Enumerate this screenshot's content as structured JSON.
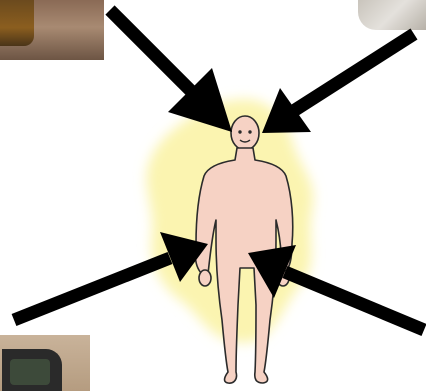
{
  "diagram": {
    "description_visible_text": "",
    "colors": {
      "arrow": "#000000",
      "glow": "#fbf4b0",
      "skin": "#f6d2c4",
      "outline": "#2b2b2b"
    },
    "elements": {
      "photos": [
        "photo-top-left",
        "photo-top-right",
        "photo-bottom-left"
      ],
      "arrows": [
        "arrow-top-left",
        "arrow-top-right",
        "arrow-bottom-left",
        "arrow-bottom-right"
      ],
      "figure": "human-figure"
    }
  }
}
